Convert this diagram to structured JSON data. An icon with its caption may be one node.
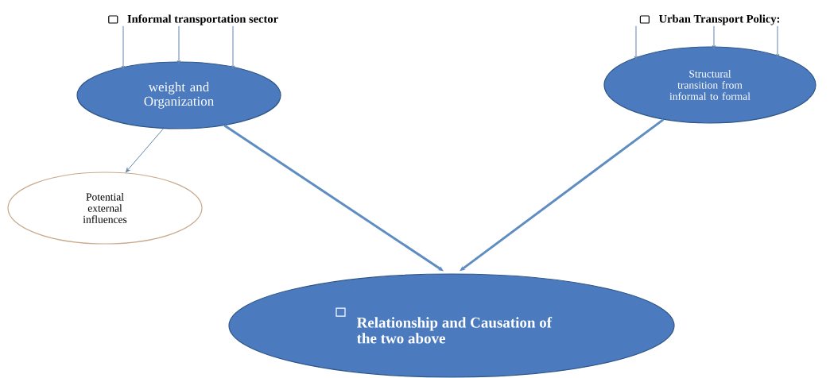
{
  "diagram": {
    "nodes": [
      {
        "text": [
          "Informal transportation sector"
        ]
      },
      {
        "text": [
          "weight and Organization"
        ]
      },
      {
        "text": [
          "Urban Transport Policy:"
        ]
      },
      {
        "text": [
          "Structural transition from informal to formal"
        ]
      },
      {
        "text": [
          "Potential external influences"
        ]
      },
      {
        "text": [
          "Relationship and Causation of the two above"
        ]
      }
    ],
    "edges": [
      {
        "from": 0,
        "to": 1,
        "arrow": "to"
      },
      {
        "from": 0,
        "to": 1,
        "arrow": "to"
      },
      {
        "from": 0,
        "to": 1,
        "arrow": "to"
      },
      {
        "from": 2,
        "to": 3,
        "arrow": "to"
      },
      {
        "from": 2,
        "to": 3,
        "arrow": "to"
      },
      {
        "from": 2,
        "to": 3,
        "arrow": "to"
      },
      {
        "from": 1,
        "to": 4,
        "arrow": "to"
      },
      {
        "from": 1,
        "to": 5,
        "arrow": "to",
        "style": "thick"
      },
      {
        "from": 3,
        "to": 5,
        "arrow": "to",
        "style": "thick"
      }
    ]
  }
}
